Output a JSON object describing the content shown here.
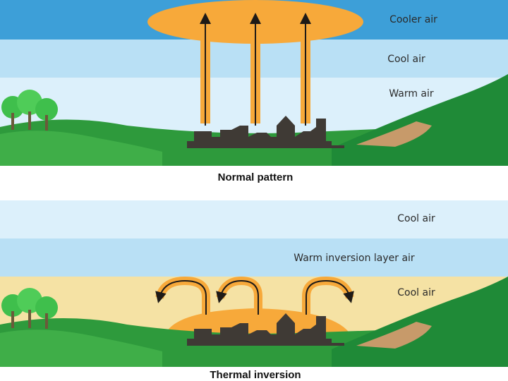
{
  "top_panel": {
    "layers": [
      "Cooler air",
      "Cool air",
      "Warm air"
    ],
    "caption": "Normal pattern"
  },
  "bottom_panel": {
    "layers": [
      "Cool air",
      "Warm inversion layer air",
      "Cool air"
    ],
    "caption": "Thermal inversion"
  },
  "colors": {
    "sky_dark": "#3d9fd8",
    "sky_mid": "#b9e0f5",
    "sky_light": "#dcf0fb",
    "warm_band": "#f5e2a4",
    "warm_air": "#f7a93a",
    "hill_green": "#2e9a3c",
    "city": "#3f3a35"
  }
}
